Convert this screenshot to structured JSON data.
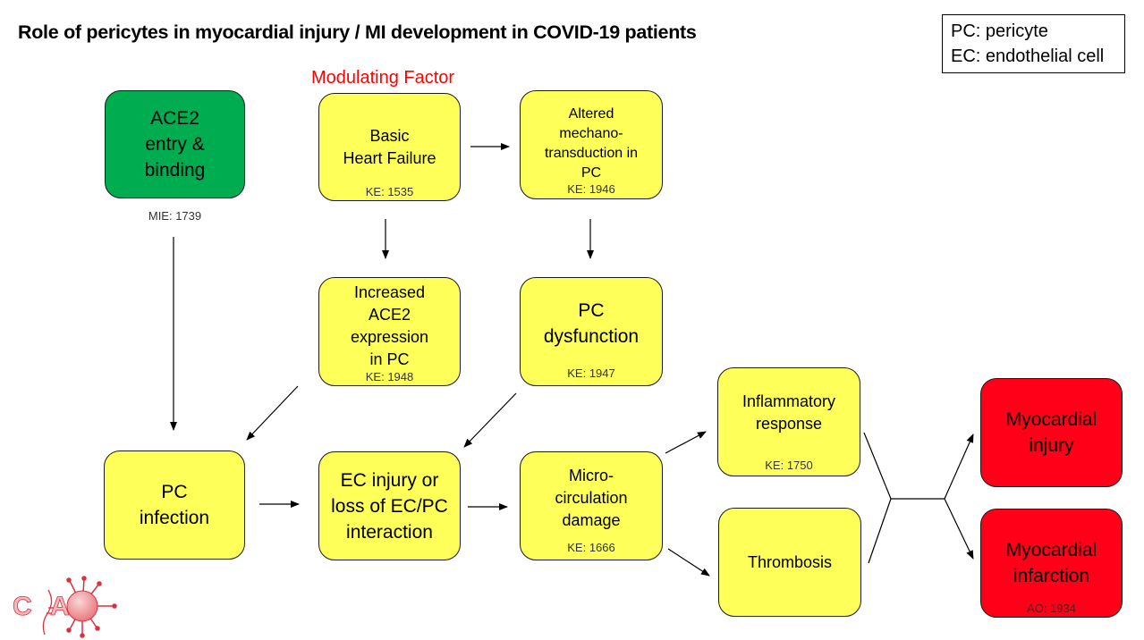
{
  "title": "Role of pericytes in myocardial injury / MI development in COVID-19 patients",
  "legend": {
    "lines": [
      "PC: pericyte",
      "EC: endothelial cell"
    ]
  },
  "modulating_factor_label": "Modulating Factor",
  "colors": {
    "mie": "#00ac50",
    "ke": "#ffff5a",
    "ao": "#ff0018",
    "modulating_label": "#ff0000"
  },
  "nodes": {
    "ace2_entry": {
      "label": "ACE2 entry & binding",
      "lines": [
        "ACE2",
        "entry &",
        "binding"
      ],
      "id": "MIE: 1739",
      "type": "MIE"
    },
    "basic_hf": {
      "lines": [
        "Basic",
        "Heart Failure"
      ],
      "id": "KE: 1535",
      "type": "KE"
    },
    "altered_mechano": {
      "lines": [
        "Altered",
        "mechano-",
        "transduction in",
        "PC"
      ],
      "id": "KE: 1946",
      "type": "KE"
    },
    "increased_ace2": {
      "lines": [
        "Increased",
        "ACE2",
        "expression",
        "in PC"
      ],
      "id": "KE: 1948",
      "type": "KE"
    },
    "pc_dysfunction": {
      "lines": [
        "PC",
        "dysfunction"
      ],
      "id": "KE: 1947",
      "type": "KE"
    },
    "pc_infection": {
      "lines": [
        "PC",
        "infection"
      ],
      "id": "",
      "type": "KE"
    },
    "ec_injury": {
      "lines": [
        "EC injury or",
        "loss of EC/PC",
        "interaction"
      ],
      "id": "",
      "type": "KE"
    },
    "microcirculation": {
      "lines": [
        "Micro-",
        "circulation",
        "damage"
      ],
      "id": "KE: 1666",
      "type": "KE"
    },
    "inflammatory": {
      "lines": [
        "Inflammatory",
        "response"
      ],
      "id": "KE: 1750",
      "type": "KE"
    },
    "thrombosis": {
      "lines": [
        "Thrombosis"
      ],
      "id": "",
      "type": "KE"
    },
    "myo_injury": {
      "lines": [
        "Myocardial",
        "injury"
      ],
      "id": "",
      "type": "AO"
    },
    "myo_infarction": {
      "lines": [
        "Myocardial",
        "infarction"
      ],
      "id": "AO: 1934",
      "type": "AO"
    }
  },
  "edges": [
    [
      "ace2_entry",
      "pc_infection"
    ],
    [
      "basic_hf",
      "altered_mechano"
    ],
    [
      "basic_hf",
      "increased_ace2"
    ],
    [
      "altered_mechano",
      "pc_dysfunction"
    ],
    [
      "increased_ace2",
      "pc_infection"
    ],
    [
      "pc_dysfunction",
      "ec_injury"
    ],
    [
      "pc_infection",
      "ec_injury"
    ],
    [
      "ec_injury",
      "microcirculation"
    ],
    [
      "microcirculation",
      "inflammatory"
    ],
    [
      "microcirculation",
      "thrombosis"
    ],
    [
      "inflammatory+thrombosis",
      "myo_injury"
    ],
    [
      "inflammatory+thrombosis",
      "myo_infarction"
    ]
  ],
  "logo": {
    "name": "CIAO logo"
  }
}
